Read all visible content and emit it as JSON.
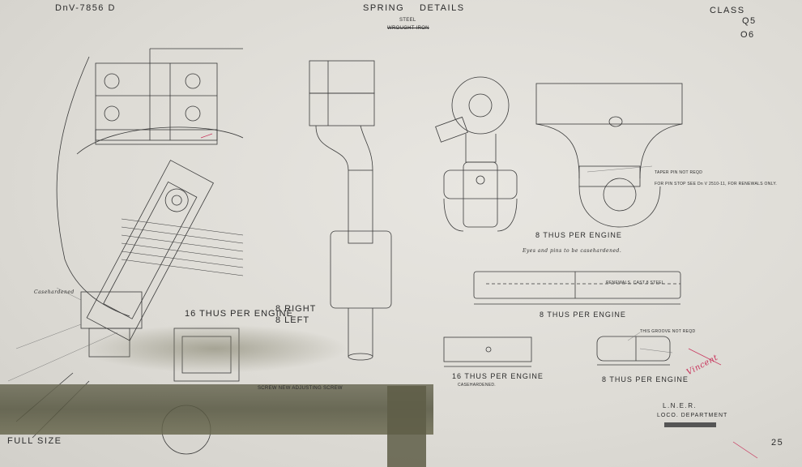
{
  "header": {
    "drawing_no": "DnV-7856 D",
    "title_left": "SPRING",
    "title_right": "DETAILS",
    "material": "STEEL",
    "material_struck": "WROUGHT IRON",
    "class_label": "CLASS",
    "class_a": "Q5",
    "class_b": "O6"
  },
  "labels": {
    "qty_16_main": "16 THUS PER ENGINE",
    "right": "8 RIGHT",
    "left": "8 LEFT",
    "qty_8_eye": "8 THUS PER ENGINE",
    "qty_8_pin": "8 THUS PER ENGINE",
    "qty_16_pin": "16 THUS PER ENGINE",
    "casehardened": "CASEHARDENED.",
    "qty_8_small": "8 THUS PER ENGINE",
    "renewals": "RENEWALS. CAST 8 STEEL",
    "taper_pin": "TAPER PIN NOT REQD",
    "pin_stop": "FOR PIN STOP SEE Dn V 2510-11, FOR RENEWALS ONLY.",
    "groove": "THIS GROOVE NOT REQD",
    "screw_note": "SCREW NEW ADJUSTING SCREW",
    "casehardened_note": "Eyes and pins to be casehardened.",
    "case_side": "Casehardened",
    "full_size": "FULL SIZE",
    "sheet_no": "25",
    "org": "L.N.E.R.",
    "dept": "LOCO. DEPARTMENT",
    "signature": "Vincent"
  },
  "colors": {
    "ink": "#2b2b2b",
    "red_ink": "#c8325a",
    "paper": "#dedcd6"
  }
}
